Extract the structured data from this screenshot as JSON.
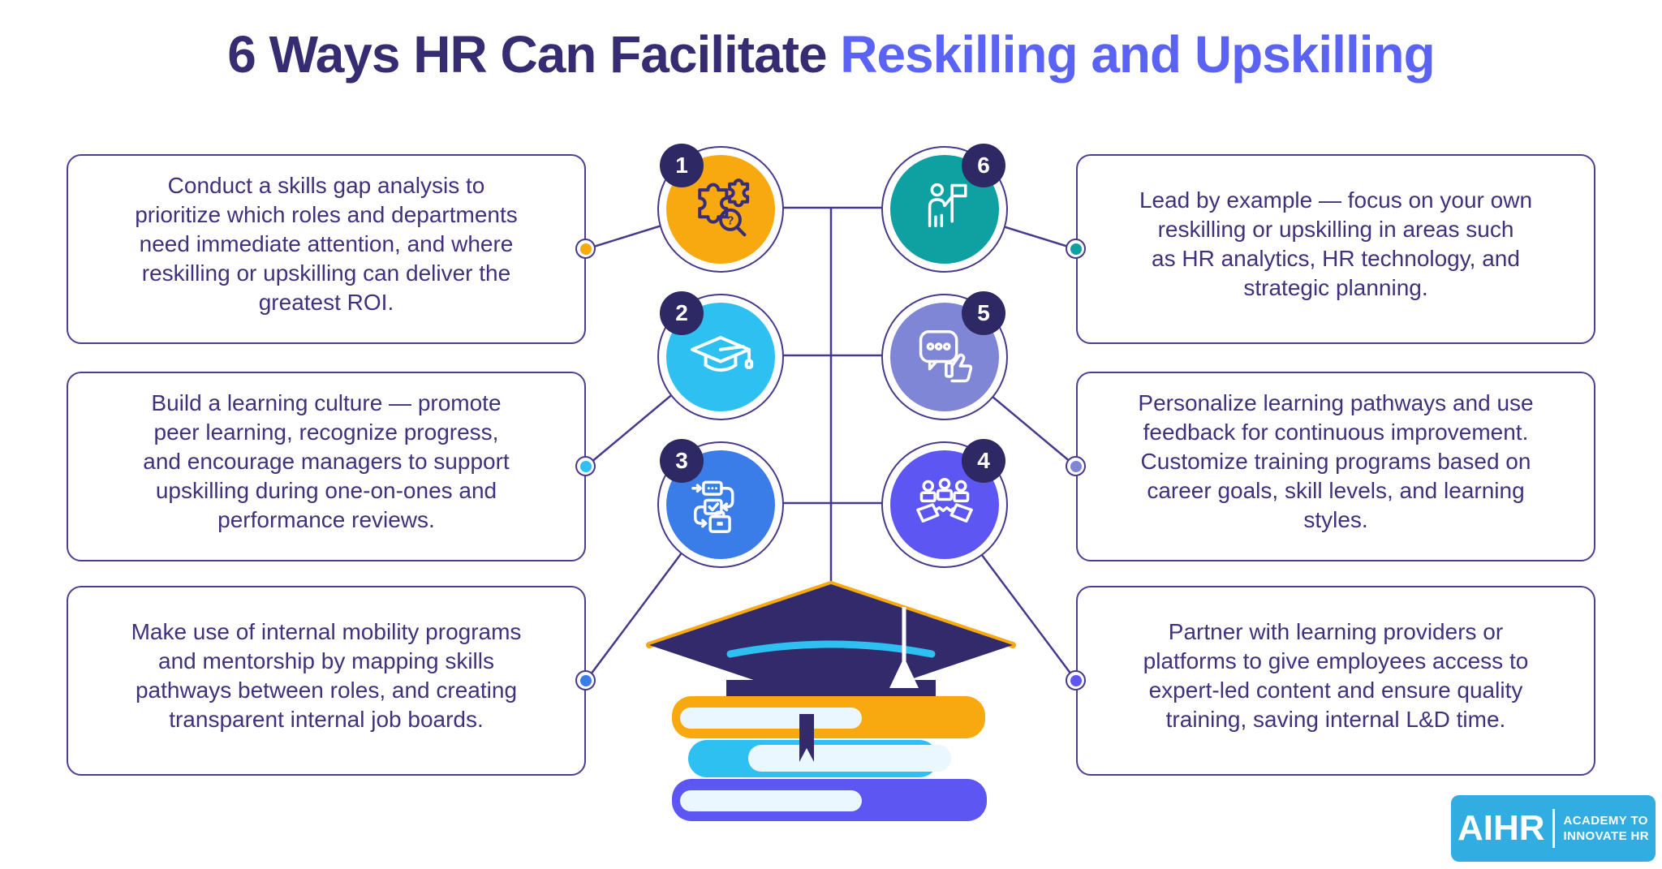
{
  "title": {
    "part1": "6 Ways HR Can Facilitate",
    "part2": "Reskilling and Upskilling"
  },
  "steps": [
    {
      "number": "1",
      "icon": "puzzle-search-icon",
      "color": "#F7A90F",
      "text": "Conduct a skills gap analysis to\nprioritize which roles and departments\nneed immediate attention, and where\nreskilling or upskilling can deliver the\ngreatest ROI."
    },
    {
      "number": "2",
      "icon": "graduation-cap-icon",
      "color": "#2EC0F0",
      "text": "Build a learning culture — promote\npeer learning, recognize progress,\nand encourage managers to support\nupskilling during one-on-ones and\nperformance reviews."
    },
    {
      "number": "3",
      "icon": "process-workflow-icon",
      "color": "#3B7DE8",
      "text": "Make use of internal mobility programs\nand mentorship by mapping skills\npathways between roles, and creating\ntransparent internal job boards."
    },
    {
      "number": "4",
      "icon": "team-handshake-icon",
      "color": "#5D56F2",
      "text": "Partner with learning providers or\nplatforms to give employees access to\nexpert-led content and ensure quality\ntraining, saving internal L&D time."
    },
    {
      "number": "5",
      "icon": "feedback-thumbs-up-icon",
      "color": "#8086D6",
      "text": "Personalize learning pathways and use\nfeedback for continuous improvement.\nCustomize training programs based on\ncareer goals, skill levels, and learning\nstyles."
    },
    {
      "number": "6",
      "icon": "person-flag-icon",
      "color": "#0FA0A1",
      "text": "Lead by example — focus on your own\nreskilling or upskilling in areas such\nas HR analytics, HR technology, and\nstrategic planning."
    }
  ],
  "logo": {
    "brand": "AIHR",
    "tagline_line1": "ACADEMY TO",
    "tagline_line2": "INNOVATE HR",
    "bg": "#31ADE2"
  },
  "colors": {
    "title_dark": "#362C72",
    "title_accent": "#5B63F5",
    "box_border": "#4A3F93",
    "body_text": "#41307C",
    "connector_line": "#453A8C",
    "badge_navy": "#2E2965",
    "cap_navy": "#322A6B",
    "trim_orange": "#F7A90F",
    "book_cyan": "#2EC0F0",
    "book_violet": "#5D56F2",
    "pages_light": "#EAF7FE"
  }
}
